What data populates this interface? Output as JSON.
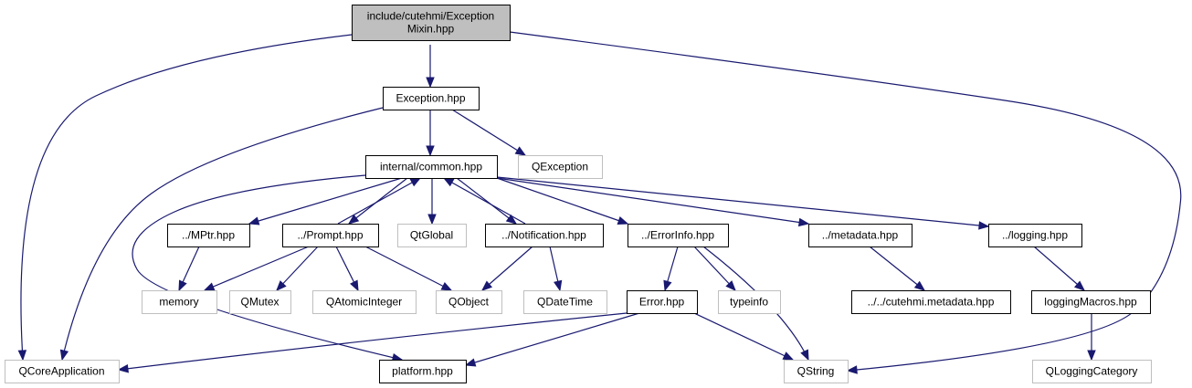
{
  "diagram": {
    "nodes": [
      {
        "id": "root",
        "lines": [
          "include/cutehmi/Exception",
          "Mixin.hpp"
        ],
        "style": "root"
      },
      {
        "id": "exception",
        "lines": [
          "Exception.hpp"
        ],
        "style": "local"
      },
      {
        "id": "common",
        "lines": [
          "internal/common.hpp"
        ],
        "style": "local"
      },
      {
        "id": "qexception",
        "lines": [
          "QException"
        ],
        "style": "external"
      },
      {
        "id": "mptr",
        "lines": [
          "../MPtr.hpp"
        ],
        "style": "local"
      },
      {
        "id": "prompt",
        "lines": [
          "../Prompt.hpp"
        ],
        "style": "local"
      },
      {
        "id": "qtglobal",
        "lines": [
          "QtGlobal"
        ],
        "style": "external"
      },
      {
        "id": "notification",
        "lines": [
          "../Notification.hpp"
        ],
        "style": "local"
      },
      {
        "id": "errorinfo",
        "lines": [
          "../ErrorInfo.hpp"
        ],
        "style": "local"
      },
      {
        "id": "metadata",
        "lines": [
          "../metadata.hpp"
        ],
        "style": "local"
      },
      {
        "id": "logging",
        "lines": [
          "../logging.hpp"
        ],
        "style": "local"
      },
      {
        "id": "memory",
        "lines": [
          "memory"
        ],
        "style": "external"
      },
      {
        "id": "qmutex",
        "lines": [
          "QMutex"
        ],
        "style": "external"
      },
      {
        "id": "qatomic",
        "lines": [
          "QAtomicInteger"
        ],
        "style": "external"
      },
      {
        "id": "qobject",
        "lines": [
          "QObject"
        ],
        "style": "external"
      },
      {
        "id": "qdatetime",
        "lines": [
          "QDateTime"
        ],
        "style": "external"
      },
      {
        "id": "error",
        "lines": [
          "Error.hpp"
        ],
        "style": "local"
      },
      {
        "id": "typeinfo",
        "lines": [
          "typeinfo"
        ],
        "style": "external"
      },
      {
        "id": "cutehmimeta",
        "lines": [
          "../../cutehmi.metadata.hpp"
        ],
        "style": "local"
      },
      {
        "id": "loggingmacros",
        "lines": [
          "loggingMacros.hpp"
        ],
        "style": "local"
      },
      {
        "id": "qcoreapp",
        "lines": [
          "QCoreApplication"
        ],
        "style": "external"
      },
      {
        "id": "platform",
        "lines": [
          "platform.hpp"
        ],
        "style": "local"
      },
      {
        "id": "qstring",
        "lines": [
          "QString"
        ],
        "style": "external"
      },
      {
        "id": "qloggingcat",
        "lines": [
          "QLoggingCategory"
        ],
        "style": "external"
      }
    ],
    "edges": [
      {
        "from": "root",
        "to": "exception"
      },
      {
        "from": "root",
        "to": "qcoreapp"
      },
      {
        "from": "root",
        "to": "qstring"
      },
      {
        "from": "exception",
        "to": "common"
      },
      {
        "from": "exception",
        "to": "qexception"
      },
      {
        "from": "exception",
        "to": "qcoreapp"
      },
      {
        "from": "common",
        "to": "mptr"
      },
      {
        "from": "common",
        "to": "prompt"
      },
      {
        "from": "common",
        "to": "qtglobal"
      },
      {
        "from": "common",
        "to": "notification"
      },
      {
        "from": "common",
        "to": "errorinfo"
      },
      {
        "from": "common",
        "to": "metadata"
      },
      {
        "from": "common",
        "to": "logging"
      },
      {
        "from": "common",
        "to": "platform"
      },
      {
        "from": "prompt",
        "to": "common"
      },
      {
        "from": "notification",
        "to": "common"
      },
      {
        "from": "mptr",
        "to": "memory"
      },
      {
        "from": "prompt",
        "to": "memory"
      },
      {
        "from": "prompt",
        "to": "qmutex"
      },
      {
        "from": "prompt",
        "to": "qatomic"
      },
      {
        "from": "prompt",
        "to": "qobject"
      },
      {
        "from": "notification",
        "to": "qobject"
      },
      {
        "from": "notification",
        "to": "qdatetime"
      },
      {
        "from": "errorinfo",
        "to": "error"
      },
      {
        "from": "errorinfo",
        "to": "typeinfo"
      },
      {
        "from": "errorinfo",
        "to": "qstring"
      },
      {
        "from": "metadata",
        "to": "cutehmimeta"
      },
      {
        "from": "logging",
        "to": "loggingmacros"
      },
      {
        "from": "loggingmacros",
        "to": "qloggingcat"
      },
      {
        "from": "error",
        "to": "qcoreapp"
      },
      {
        "from": "error",
        "to": "platform"
      },
      {
        "from": "error",
        "to": "qstring"
      }
    ]
  },
  "colors": {
    "edge": "#191970",
    "root_fill": "#bfbfbf",
    "local_border": "#000000",
    "external_border": "#bfbfbf",
    "text": "#000000"
  }
}
